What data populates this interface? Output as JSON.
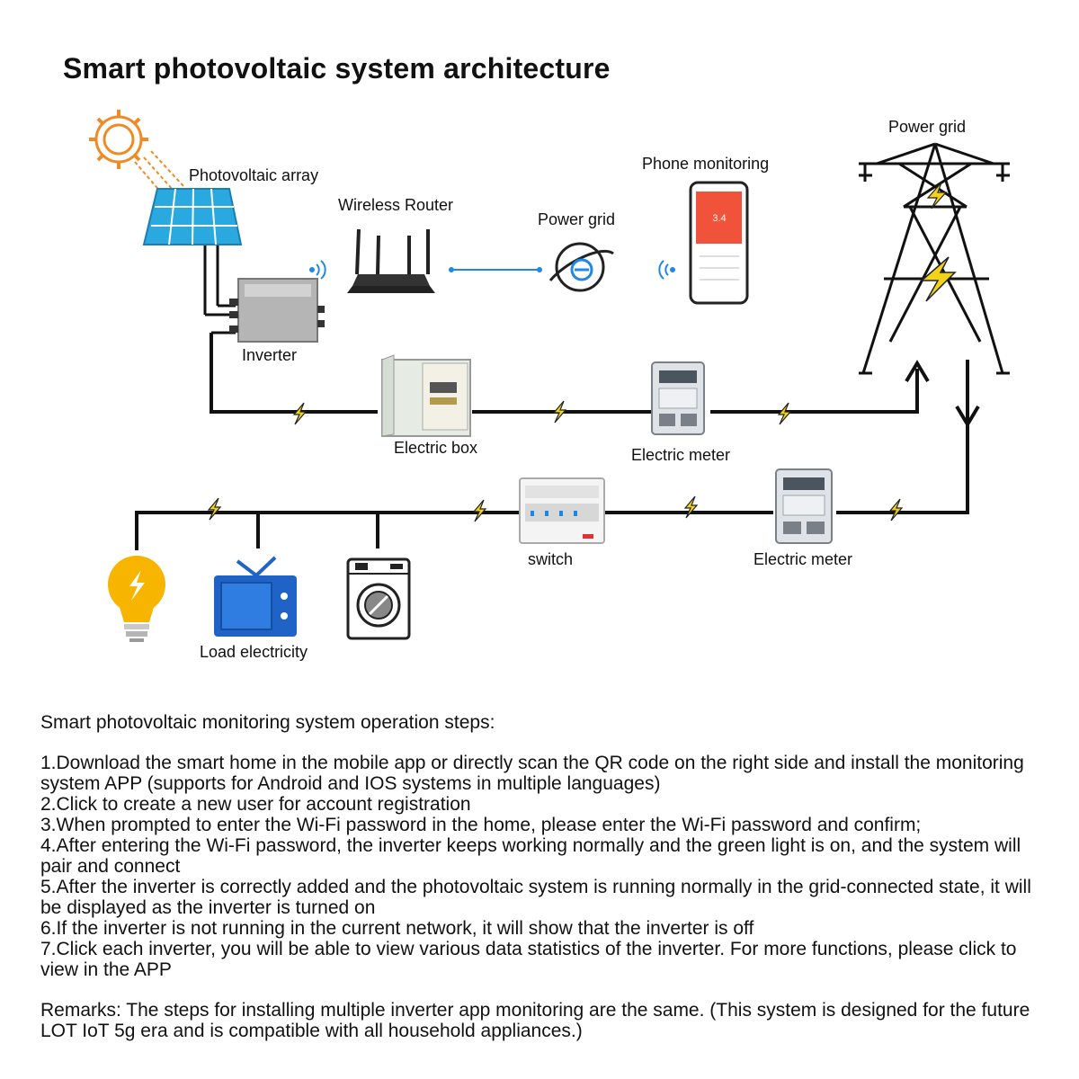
{
  "title": "Smart photovoltaic system architecture",
  "diagram": {
    "labels": {
      "pv_array": "Photovoltaic array",
      "router": "Wireless Router",
      "cloud": "Power grid",
      "phone": "Phone monitoring",
      "tower": "Power grid",
      "inverter": "Inverter",
      "box": "Electric box",
      "meter1": "Electric meter",
      "switch": "switch",
      "meter2": "Electric meter",
      "load": "Load electricity"
    },
    "phone_screen_text": "3.4",
    "colors": {
      "sun": "#f08a24",
      "panel": "#2aa9e0",
      "bolt": "#f2d21b",
      "bulb": "#f7b500",
      "tv": "#1f63c6",
      "phone_screen": "#f0533a",
      "cloud_icon": "#1e88e5"
    }
  },
  "steps": {
    "heading": "Smart photovoltaic monitoring system operation steps:",
    "items": [
      "1.Download the smart home in the mobile app or directly scan the QR code on the right side and install the monitoring system APP (supports for Android and IOS systems in multiple languages)",
      "2.Click to create a new user for account registration",
      "3.When prompted to enter the Wi-Fi password in the home, please enter the Wi-Fi password and confirm;",
      "4.After entering the Wi-Fi password, the inverter keeps working normally and the green light is on, and the system will pair and connect",
      "5.After the inverter is correctly added and the photovoltaic system is running normally in the grid-connected state, it will be displayed as the inverter is turned on",
      "6.If the inverter is not running in the current network, it will show that the inverter is off",
      "7.Click each inverter, you will be able to view various data statistics of the inverter. For more functions, please click to view in the APP"
    ],
    "remarks": "Remarks: The steps for installing multiple inverter app monitoring are the same. (This system is designed for the future LOT IoT 5g era and is compatible with all household appliances.)"
  }
}
